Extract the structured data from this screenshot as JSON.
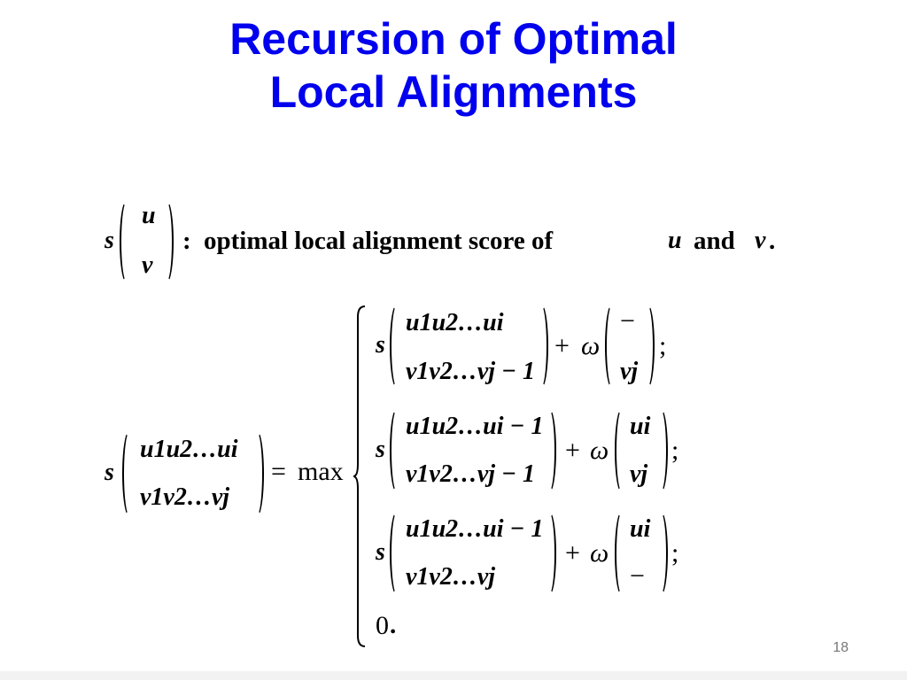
{
  "title": {
    "line1": "Recursion of Optimal",
    "line2": "Local Alignments"
  },
  "definition": {
    "s": "s",
    "top": "u",
    "bottom": "v",
    "colon": ":",
    "text_part1": "optimal local alignment score of",
    "u": "u",
    "and": "and",
    "v": "v",
    "period": "."
  },
  "lhs": {
    "s": "s",
    "top": "u1u2…ui",
    "bottom": "v1v2…vj",
    "equals": "=",
    "max": "max"
  },
  "cases": [
    {
      "s": "s",
      "top": "u1u2…ui",
      "bottom": "v1v2…vj − 1",
      "plus": "+",
      "omega": "ω",
      "wtop": "−",
      "wbottom": "vj",
      "end": ";"
    },
    {
      "s": "s",
      "top": "u1u2…ui − 1",
      "bottom": "v1v2…vj − 1",
      "plus": "+",
      "omega": "ω",
      "wtop": "ui",
      "wbottom": "vj",
      "end": ";"
    },
    {
      "s": "s",
      "top": "u1u2…ui − 1",
      "bottom": "v1v2…vj",
      "plus": "+",
      "omega": "ω",
      "wtop": "ui",
      "wbottom": "−",
      "end": ";"
    },
    {
      "zero": "0",
      "period": "."
    }
  ],
  "page_number": "18"
}
